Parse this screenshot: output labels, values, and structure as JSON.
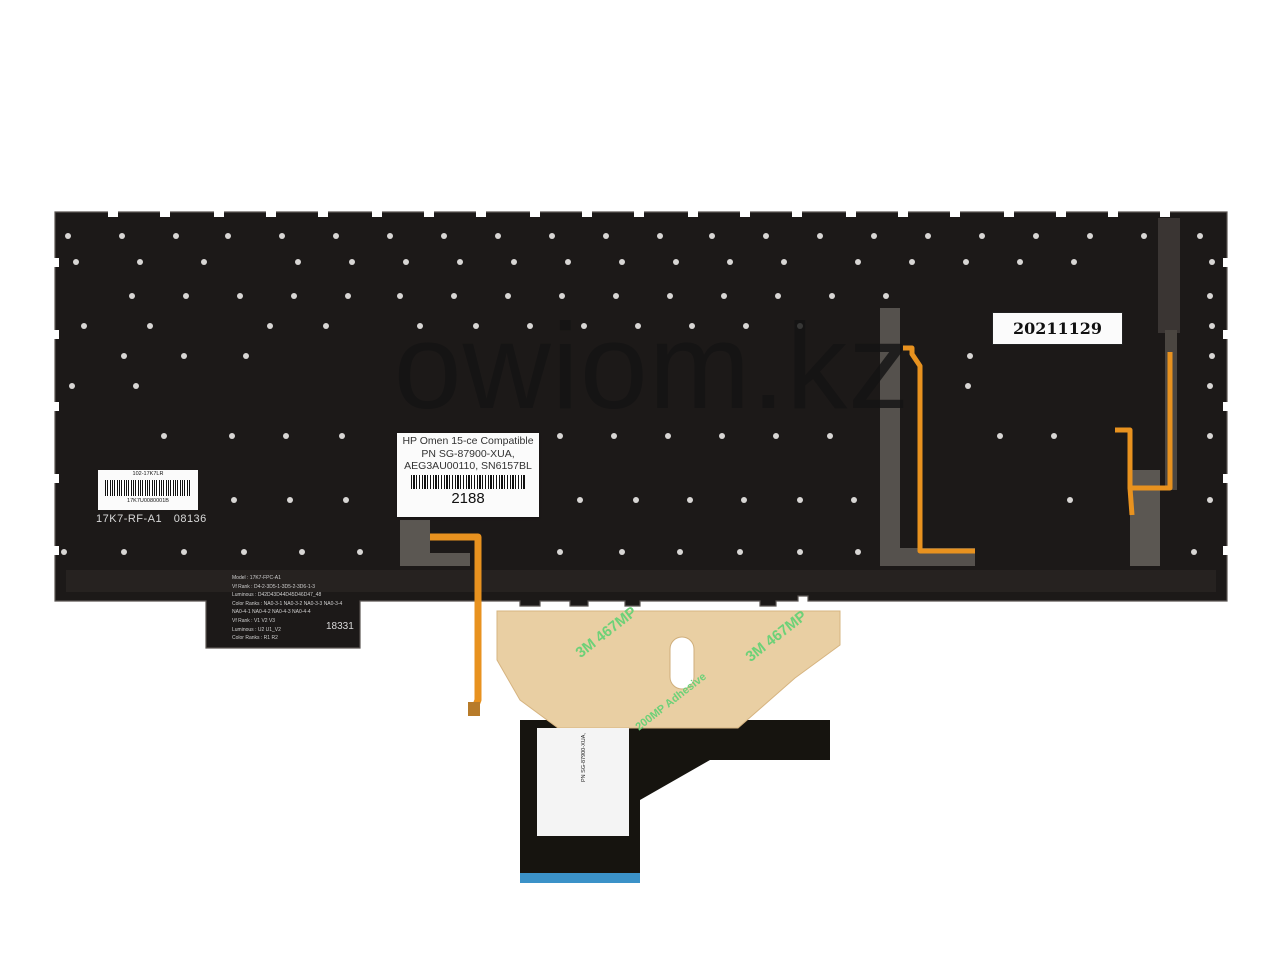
{
  "image_description_labels": {
    "watermark": "owiom.kz",
    "label_main": {
      "line1": "HP Omen 15-ce Compatible",
      "line2": "PN SG-87900-XUA,",
      "line3": "AEG3AU00110, SN6157BL",
      "number": "2188"
    },
    "label_date": "20211129",
    "label_small": {
      "top": "102-17K7LR",
      "bottom": "17K7U0080001B"
    },
    "code_left": "17K7-RF-A1",
    "code_left_suffix": "08136",
    "model_block": [
      "Model : 17K7-FPC-A1",
      "Vf Rank : D4-2-3D5-1-3D5-2-3D6-1-3",
      "Luminous : D42D43D44D45D46D47_48",
      "Color Ranks : NA0-3-1 NA0-3-2 NA0-3-3 NA0-3-4",
      "NA0-4-1 NA0-4-2 NA0-4-3 NA0-4-4",
      "Vf Rank : V1 V2 V3",
      "Luminous : U2 U1_V2",
      "Color Ranks : R1 R2"
    ],
    "board_code": "18331",
    "tape_text": [
      "3M 467MP",
      "200MP Adhesive"
    ]
  },
  "colors": {
    "keyboard": "#1c1918",
    "tape": "#e9cfa3",
    "flex_cable": "#e8921f",
    "ribbon": "#16140f"
  }
}
